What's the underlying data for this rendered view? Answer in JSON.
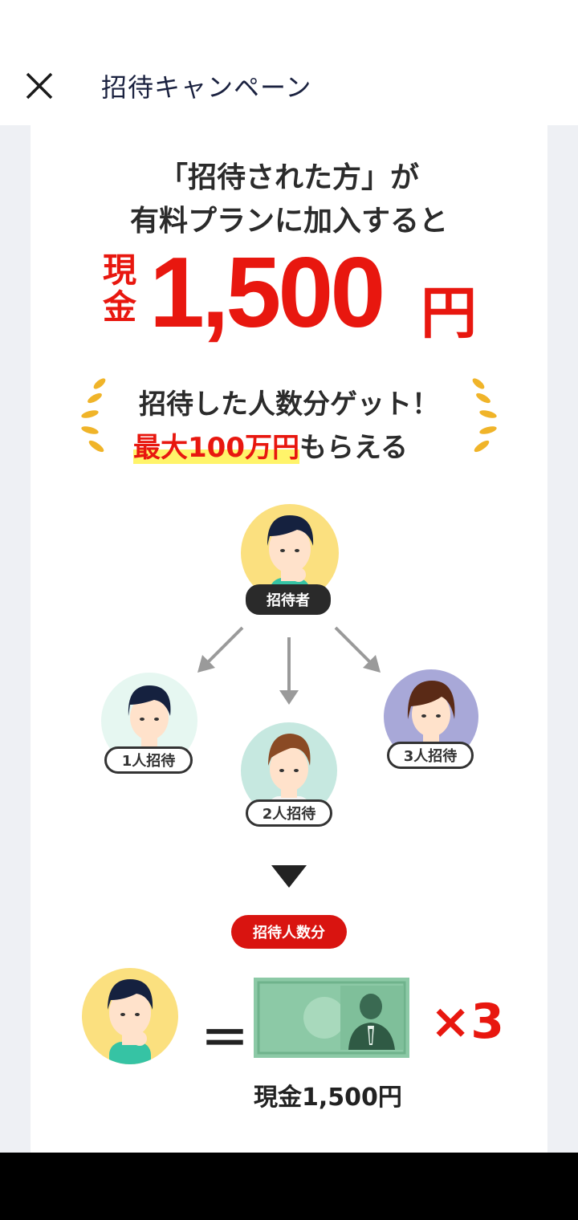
{
  "header": {
    "title": "招待キャンペーン",
    "close_icon": "close-icon"
  },
  "banner": {
    "line1": "「招待された方」が",
    "line2": "有料プランに加入すると",
    "cash_prefix": "現金",
    "amount": "1,500",
    "unit": "円",
    "get_line": "招待した人数分ゲット！",
    "max_highlight": "最大100万円",
    "max_suffix": "もらえる"
  },
  "diagram": {
    "inviter_label": "招待者",
    "invite1": "1人招待",
    "invite2": "2人招待",
    "invite3": "3人招待",
    "count_label": "招待人数分",
    "equals": "＝",
    "multiplier": "×3",
    "cash_label": "現金1,500円"
  },
  "colors": {
    "accent_red": "#e8170f",
    "highlight_yellow": "#fff46a",
    "laurel_gold": "#f0b429"
  }
}
